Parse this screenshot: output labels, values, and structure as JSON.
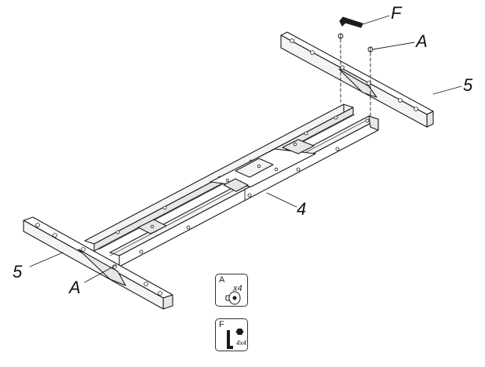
{
  "callouts": {
    "wrench": "F",
    "bolt_top": "A",
    "bracket_right": "5",
    "rail": "4",
    "bracket_left": "5",
    "bolt_bottom": "A"
  },
  "hardware": [
    {
      "letter": "A",
      "quantity": "x4",
      "icon": "bolt-icon"
    },
    {
      "letter": "F",
      "quantity": "4x4",
      "icon": "hex-key-icon"
    }
  ],
  "colors": {
    "line": "#1a1a1a",
    "fill": "#ffffff",
    "shade": "#e6e6e6"
  }
}
